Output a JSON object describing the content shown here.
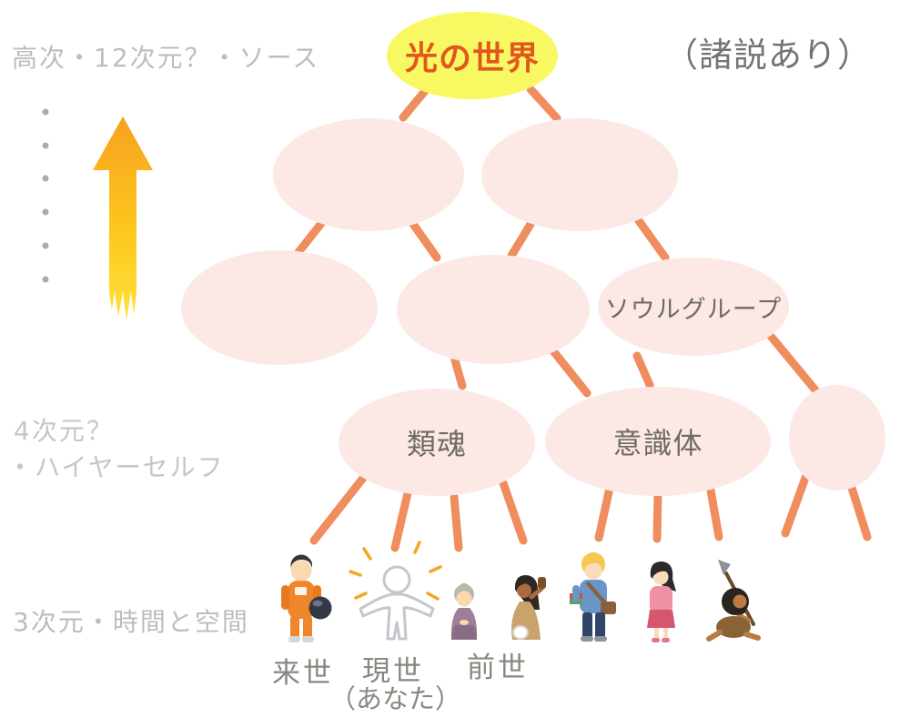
{
  "note": "（諸説あり）",
  "levels": {
    "top": "高次・12次元？・ソース",
    "middle_line1": "4次元？",
    "middle_line2": "・ハイヤーセルフ",
    "bottom": "3次元・時間と空間"
  },
  "nodes": {
    "root": "光の世界",
    "soul_group": "ソウルグループ",
    "group_soul": "類魂",
    "consciousness_body": "意識体"
  },
  "life_labels": {
    "next_life": "来世",
    "present_life": "現世",
    "present_life_note": "（あなた）",
    "past_life": "前世"
  },
  "figures": [
    "astronaut",
    "glowing-present-self",
    "elderly-woman",
    "ancient-woman",
    "student",
    "woman-in-pink",
    "caveman"
  ],
  "colors": {
    "root_ellipse": "#F8F862",
    "root_text": "#E1571E",
    "node_ellipse": "#FCE9E6",
    "node_text": "#6F6A66",
    "connector": "#EF8D5E",
    "arrow_top": "#F6A21E",
    "arrow_bottom": "#FFE23A",
    "side_label": "#BDBDBD",
    "note_text": "#737373",
    "life_label": "#8B8680"
  }
}
